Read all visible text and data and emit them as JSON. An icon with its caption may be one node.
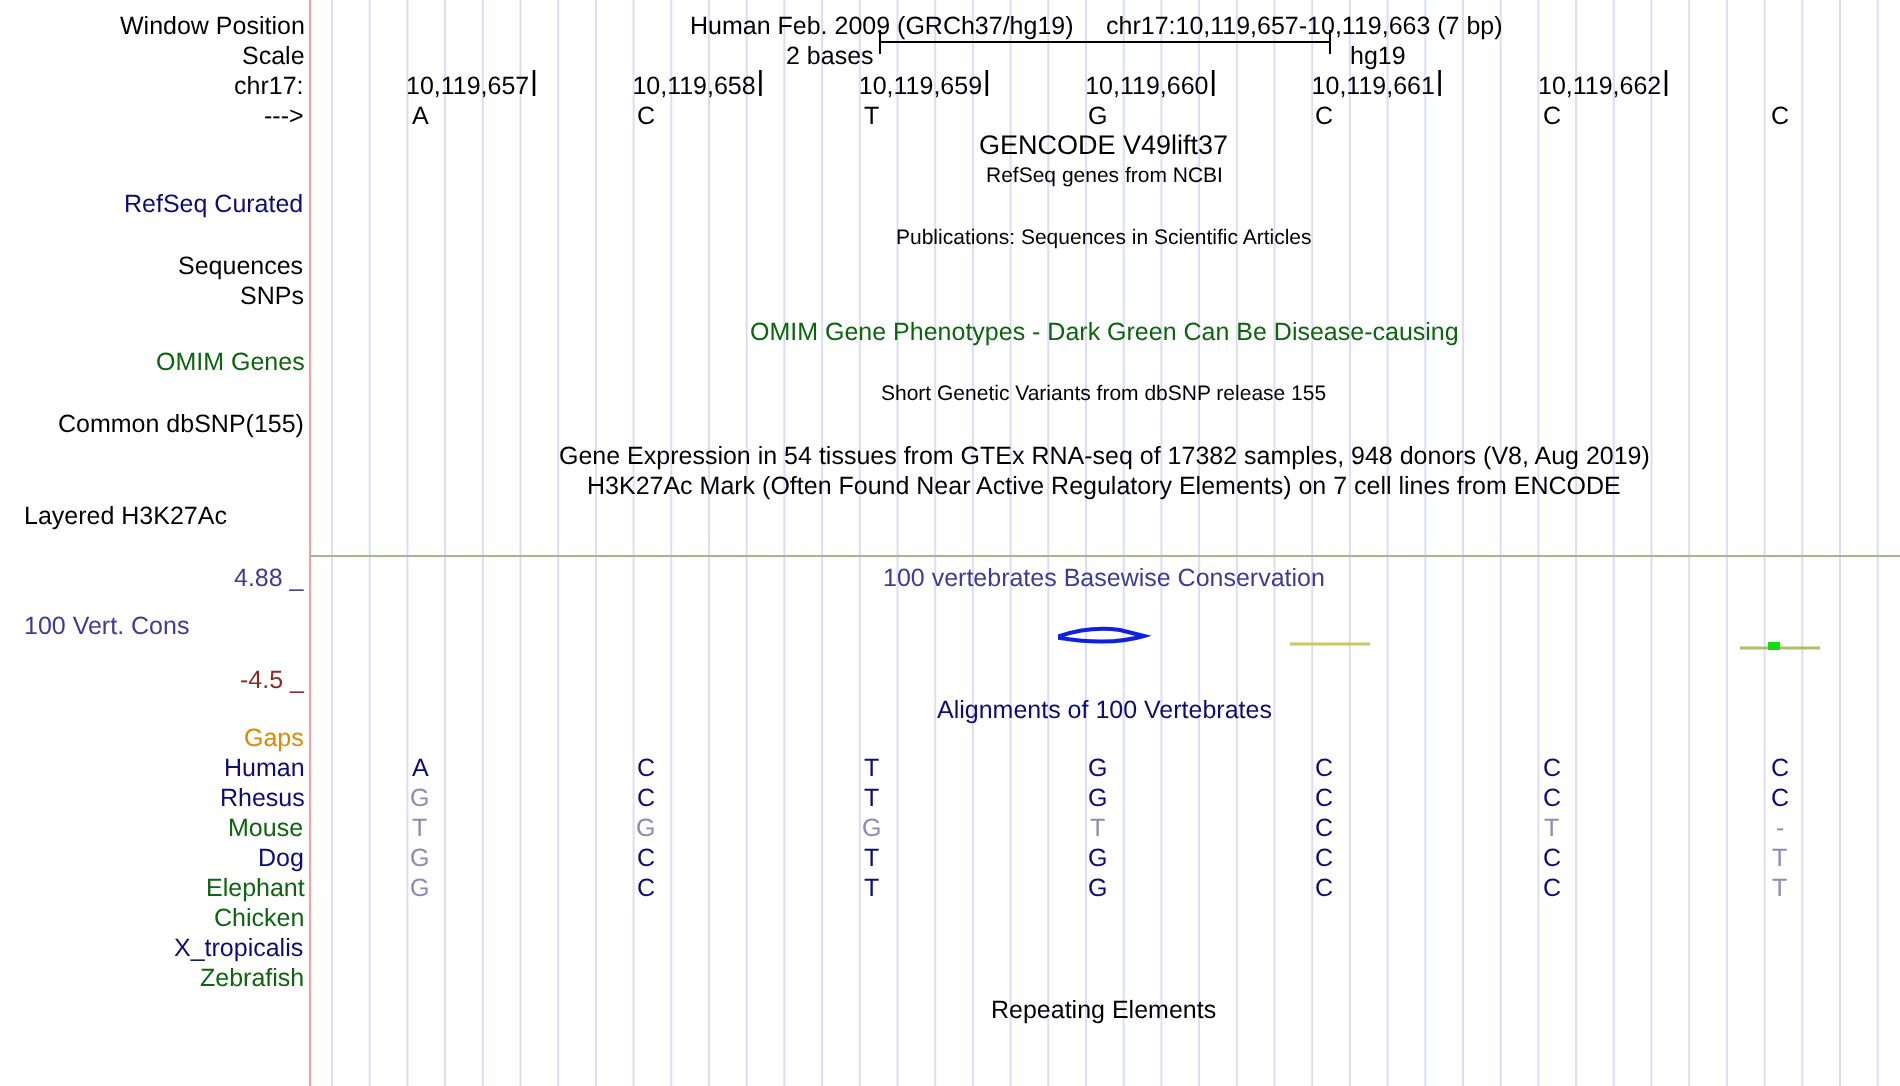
{
  "diagram": {
    "labels": [
      "Window Position",
      "Human Feb. 2009 (GRCh37/hg19)",
      "chr17:10,119,657-10,119,663 (7 bp)",
      "Scale",
      "2 bases",
      "hg19",
      "chr17:",
      "10,119,657",
      "10,119,658",
      "10,119,659",
      "10,119,660",
      "10,119,661",
      "10,119,662",
      "--->",
      "A",
      "C",
      "T",
      "G",
      "C",
      "C",
      "C",
      "GENCODE V49lift37",
      "RefSeq genes from NCBI",
      "RefSeq Curated",
      "Sequences",
      "Publications: Sequences in Scientific Articles",
      "SNPs",
      "OMIM Gene Phenotypes - Dark Green Can Be Disease-causing",
      "OMIM Genes",
      "Short Genetic Variants from dbSNP release 155",
      "Common dbSNP(155)",
      "Gene Expression in 54 tissues from GTEx RNA-seq of 17382 samples, 948 donors (V8, Aug 2019)",
      "H3K27Ac Mark (Often Found Near Active Regulatory Elements) on 7 cell lines from ENCODE",
      "Layered H3K27Ac",
      "4.88 _",
      "100 vertebrates Basewise Conservation",
      "100 Vert. Cons",
      "-4.5 _",
      "Alignments of 100 Vertebrates",
      "Gaps",
      "Human",
      "A",
      "C",
      "T",
      "G",
      "C",
      "C",
      "C",
      "Rhesus",
      "G",
      "C",
      "T",
      "G",
      "C",
      "C",
      "C",
      "Mouse",
      "T",
      "G",
      "G",
      "T",
      "C",
      "T",
      "-",
      "Dog",
      "G",
      "C",
      "T",
      "G",
      "C",
      "C",
      "T",
      "Elephant",
      "G",
      "C",
      "T",
      "G",
      "C",
      "C",
      "T",
      "Chicken",
      "X_tropicalis",
      "Zebrafish",
      "Repeating Elements"
    ]
  }
}
